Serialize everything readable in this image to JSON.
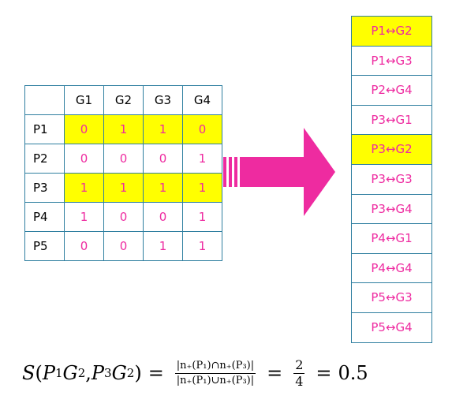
{
  "matrix": {
    "columns": [
      "G1",
      "G2",
      "G3",
      "G4"
    ],
    "rows": [
      {
        "label": "P1",
        "values": [
          "0",
          "1",
          "1",
          "0"
        ],
        "highlighted": true
      },
      {
        "label": "P2",
        "values": [
          "0",
          "0",
          "0",
          "1"
        ],
        "highlighted": false
      },
      {
        "label": "P3",
        "values": [
          "1",
          "1",
          "1",
          "1"
        ],
        "highlighted": true
      },
      {
        "label": "P4",
        "values": [
          "1",
          "0",
          "0",
          "1"
        ],
        "highlighted": false
      },
      {
        "label": "P5",
        "values": [
          "0",
          "0",
          "1",
          "1"
        ],
        "highlighted": false
      }
    ]
  },
  "pairs": [
    {
      "label": "P1↔G2",
      "highlighted": true
    },
    {
      "label": "P1↔G3",
      "highlighted": false
    },
    {
      "label": "P2↔G4",
      "highlighted": false
    },
    {
      "label": "P3↔G1",
      "highlighted": false
    },
    {
      "label": "P3↔G2",
      "highlighted": true
    },
    {
      "label": "P3↔G3",
      "highlighted": false
    },
    {
      "label": "P3↔G4",
      "highlighted": false
    },
    {
      "label": "P4↔G1",
      "highlighted": false
    },
    {
      "label": "P4↔G4",
      "highlighted": false
    },
    {
      "label": "P5↔G3",
      "highlighted": false
    },
    {
      "label": "P5↔G4",
      "highlighted": false
    }
  ],
  "formula": {
    "lhs_s": "S",
    "p1": "P",
    "sub1": "1",
    "g1": "G",
    "sub2": "2",
    "p3": "P",
    "sub3": "3",
    "g2": "G",
    "sub4": "2",
    "num_text": "|n₊(P₁)∩n₊(P₃)|",
    "den_text": "|n₊(P₁)∪n₊(P₃)|",
    "frac_num": "2",
    "frac_den": "4",
    "result": "0.5"
  },
  "colors": {
    "highlight": "#ffff00",
    "value_text": "#ee2ba0",
    "border": "#2f7fa0",
    "arrow": "#ee2ba0"
  },
  "icons": {
    "arrow": "right-arrow-icon"
  }
}
